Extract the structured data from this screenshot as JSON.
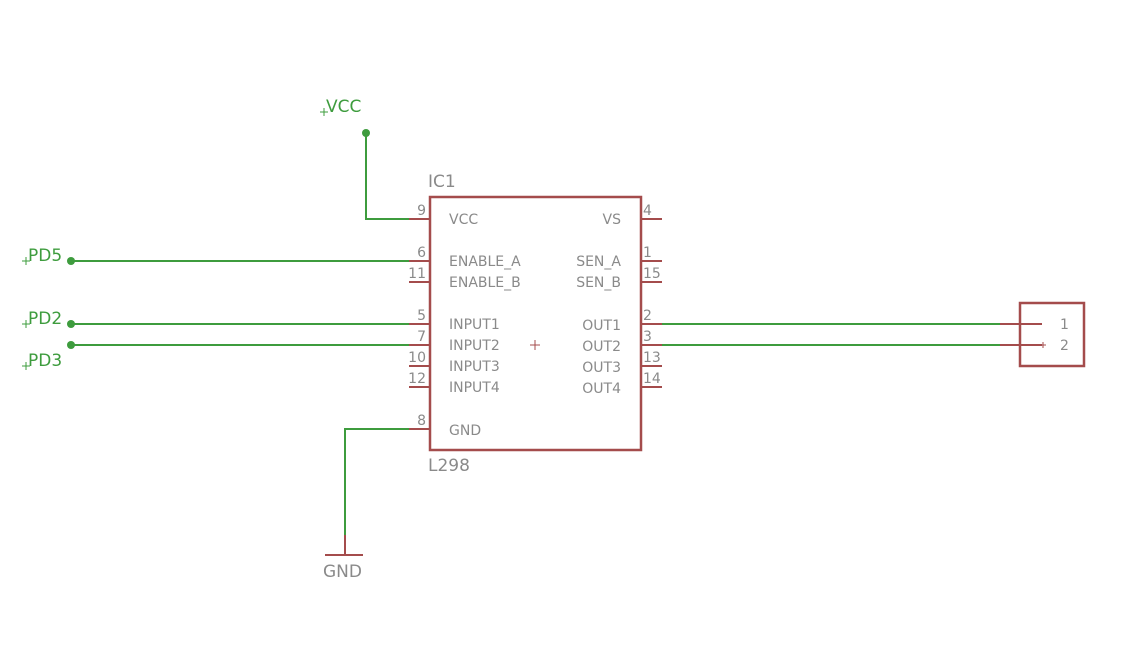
{
  "ic": {
    "ref": "IC1",
    "value": "L298",
    "left_pins": [
      {
        "num": "9",
        "name": "VCC"
      },
      {
        "num": "6",
        "name": "ENABLE_A"
      },
      {
        "num": "11",
        "name": "ENABLE_B"
      },
      {
        "num": "5",
        "name": "INPUT1"
      },
      {
        "num": "7",
        "name": "INPUT2"
      },
      {
        "num": "10",
        "name": "INPUT3"
      },
      {
        "num": "12",
        "name": "INPUT4"
      },
      {
        "num": "8",
        "name": "GND"
      }
    ],
    "right_pins": [
      {
        "num": "4",
        "name": "VS"
      },
      {
        "num": "1",
        "name": "SEN_A"
      },
      {
        "num": "15",
        "name": "SEN_B"
      },
      {
        "num": "2",
        "name": "OUT1"
      },
      {
        "num": "3",
        "name": "OUT2"
      },
      {
        "num": "13",
        "name": "OUT3"
      },
      {
        "num": "14",
        "name": "OUT4"
      }
    ]
  },
  "nets": {
    "vcc": "VCC",
    "pd5": "PD5",
    "pd2": "PD2",
    "pd3": "PD3",
    "gnd": "GND"
  },
  "connector": {
    "pins": [
      "1",
      "2"
    ]
  },
  "colors": {
    "wire": "#3e9c3e",
    "part": "#a44c4c",
    "text": "#8a8a8a"
  }
}
